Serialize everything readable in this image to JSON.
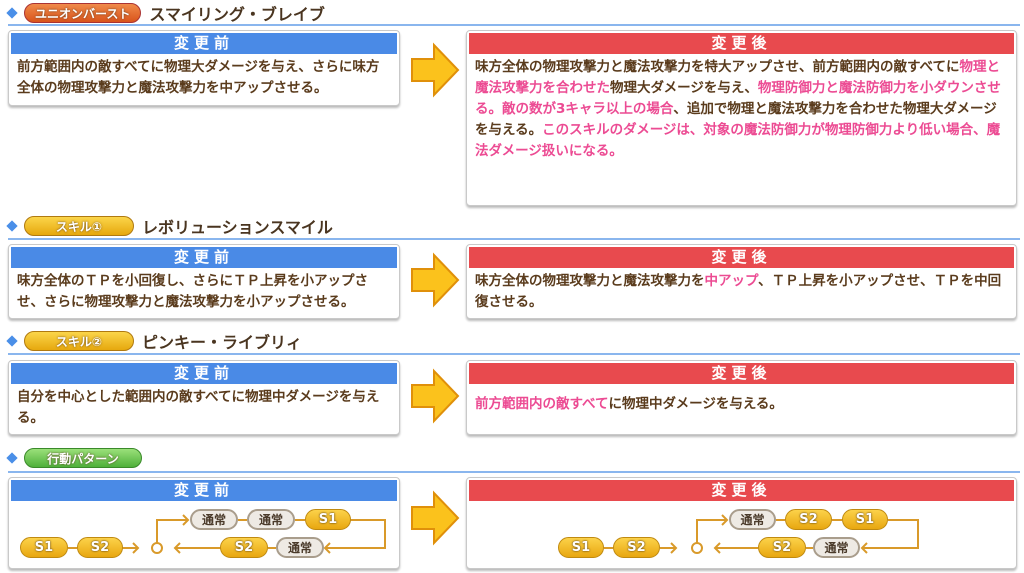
{
  "labels": {
    "before": "変更前",
    "after": "変更後"
  },
  "sections": [
    {
      "badge": "ユニオンバースト",
      "name": "スマイリング・ブレイブ",
      "before": [
        {
          "t": "前方範囲内の敵すべてに物理大ダメージを与え、さらに味方全体の物理攻撃力と魔法攻撃力を中アップさせる。",
          "hl": false
        }
      ],
      "after": [
        {
          "t": "味方全体の物理攻撃力と魔法攻撃力を特大アップさせ、前方範囲内の敵すべてに",
          "hl": false
        },
        {
          "t": "物理と魔法攻撃力を合わせた",
          "hl": true
        },
        {
          "t": "物理大ダメージを与え、",
          "hl": false
        },
        {
          "t": "物理防御力と魔法防御力を小ダウンさせる。",
          "hl": true
        },
        {
          "t": "敵の数が3キャラ以上の場合",
          "hl": true
        },
        {
          "t": "、追加で物理と魔法攻撃力を合わせた物理大ダメージを与える。",
          "hl": false
        },
        {
          "t": "このスキルのダメージは、対象の魔法防御力が物理防御力より低い場合、魔法ダメージ扱いになる。",
          "hl": true
        }
      ]
    },
    {
      "badge": "スキル①",
      "name": "レボリューションスマイル",
      "before": [
        {
          "t": "味方全体のＴＰを小回復し、さらにＴＰ上昇を小アップさせ、さらに物理攻撃力と魔法攻撃力を小アップさせる。",
          "hl": false
        }
      ],
      "after": [
        {
          "t": "味方全体の物理攻撃力と魔法攻撃力を",
          "hl": false
        },
        {
          "t": "中アップ",
          "hl": true
        },
        {
          "t": "、ＴＰ上昇を小アップさせ、ＴＰを中回復させる。",
          "hl": false
        }
      ]
    },
    {
      "badge": "スキル②",
      "name": "ピンキー・ライブリィ",
      "before": [
        {
          "t": "自分を中心とした範囲内の敵すべてに物理中ダメージを与える。",
          "hl": false
        }
      ],
      "after": [
        {
          "t": "前方範囲内の敵すべて",
          "hl": true
        },
        {
          "t": "に物理中ダメージを与える。",
          "hl": false
        }
      ]
    }
  ],
  "pattern": {
    "badge": "行動パターン",
    "before": {
      "start": [
        "S1",
        "S2"
      ],
      "loop_top": [
        "通常",
        "通常",
        "S1"
      ],
      "loop_bottom": [
        "S2",
        "通常"
      ]
    },
    "after": {
      "start": [
        "S1",
        "S2"
      ],
      "loop_top": [
        "通常",
        "S2",
        "S1"
      ],
      "loop_bottom": [
        "S2",
        "通常"
      ]
    }
  },
  "colors": {
    "before": "#4a8ae6",
    "after": "#e84a4e",
    "highlight": "#ec4b93"
  }
}
